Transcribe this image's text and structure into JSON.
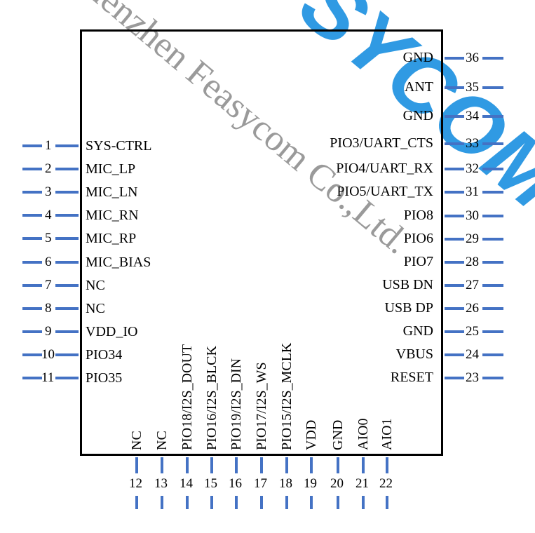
{
  "colors": {
    "pin": "#4472C4",
    "body": "#000000",
    "watermark_gray": "#9a9a9a",
    "watermark_blue": "#1a8fe0"
  },
  "watermark": {
    "text": "henzhen Feasycom Co.,Ltd.",
    "brand": "SYCOM"
  },
  "left_pins": [
    {
      "num": "1",
      "name": "SYS-CTRL"
    },
    {
      "num": "2",
      "name": "MIC_LP"
    },
    {
      "num": "3",
      "name": "MIC_LN"
    },
    {
      "num": "4",
      "name": "MIC_RN"
    },
    {
      "num": "5",
      "name": "MIC_RP"
    },
    {
      "num": "6",
      "name": "MIC_BIAS"
    },
    {
      "num": "7",
      "name": "NC"
    },
    {
      "num": "8",
      "name": "NC"
    },
    {
      "num": "9",
      "name": "VDD_IO"
    },
    {
      "num": "10",
      "name": "PIO34"
    },
    {
      "num": "11",
      "name": "PIO35"
    }
  ],
  "bottom_pins": [
    {
      "num": "12",
      "name": "NC"
    },
    {
      "num": "13",
      "name": "NC"
    },
    {
      "num": "14",
      "name": "PIO18/I2S_DOUT"
    },
    {
      "num": "15",
      "name": "PIO16/I2S_BLCK"
    },
    {
      "num": "16",
      "name": "PIO19/I2S_DIN"
    },
    {
      "num": "17",
      "name": "PIO17/I2S_WS"
    },
    {
      "num": "18",
      "name": "PIO15/I2S_MCLK"
    },
    {
      "num": "19",
      "name": "VDD"
    },
    {
      "num": "20",
      "name": "GND"
    },
    {
      "num": "21",
      "name": "AIO0"
    },
    {
      "num": "22",
      "name": "AIO1"
    }
  ],
  "right_pins": [
    {
      "num": "23",
      "name": "RESET"
    },
    {
      "num": "24",
      "name": "VBUS"
    },
    {
      "num": "25",
      "name": "GND"
    },
    {
      "num": "26",
      "name": "USB DP"
    },
    {
      "num": "27",
      "name": "USB DN"
    },
    {
      "num": "28",
      "name": "PIO7"
    },
    {
      "num": "29",
      "name": "PIO6"
    },
    {
      "num": "30",
      "name": "PIO8"
    },
    {
      "num": "31",
      "name": "PIO5/UART_TX"
    },
    {
      "num": "32",
      "name": "PIO4/UART_RX"
    },
    {
      "num": "33",
      "name": "PIO3/UART_CTS"
    },
    {
      "num": "34",
      "name": "GND"
    },
    {
      "num": "35",
      "name": "ANT"
    },
    {
      "num": "36",
      "name": "GND"
    }
  ]
}
